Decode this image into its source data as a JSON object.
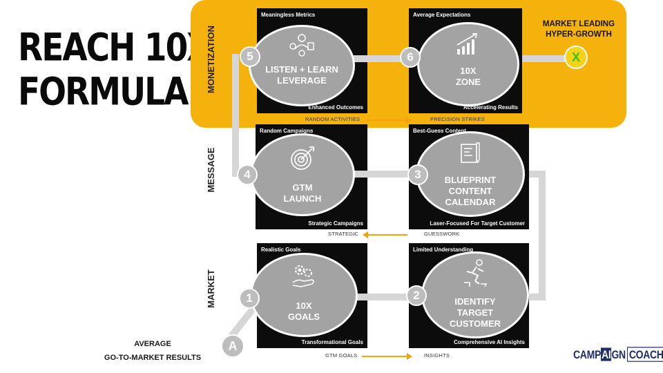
{
  "title": {
    "line1": "REACH 10X",
    "line2": "FORMULA"
  },
  "sections": {
    "monetization": "MONETIZATION",
    "message": "MESSAGE",
    "market": "MARKET"
  },
  "start": {
    "marker": "A",
    "label_line1": "AVERAGE",
    "label_line2": "GO-TO-MARKET RESULTS"
  },
  "goal": {
    "marker": "X",
    "label_line1": "MARKET LEADING",
    "label_line2": "HYPER-GROWTH"
  },
  "steps": [
    {
      "number": "1",
      "top": "Realistic Goals",
      "bottom": "Transformational Goals",
      "line1": "10X",
      "line2": "GOALS",
      "line3": "",
      "icon": "gears-hand-icon"
    },
    {
      "number": "2",
      "top": "Limited Understanding",
      "bottom": "Comprehensive AI Insights",
      "line1": "IDENTIFY",
      "line2": "TARGET",
      "line3": "CUSTOMER",
      "icon": "running-figure-icon"
    },
    {
      "number": "3",
      "top": "Best-Guess Content",
      "bottom": "Laser-Focused For Target Customer",
      "line1": "BLUEPRINT",
      "line2": "CONTENT",
      "line3": "CALENDAR",
      "icon": "blueprint-icon"
    },
    {
      "number": "4",
      "top": "Random Campaigns",
      "bottom": "Strategic Campaigns",
      "line1": "GTM",
      "line2": "LAUNCH",
      "line3": "",
      "icon": "target-icon"
    },
    {
      "number": "5",
      "top": "Meaningless Metrics",
      "bottom": "Enhanced Outcomes",
      "line1": "LISTEN + LEARN",
      "line2": "LEVERAGE",
      "line3": "",
      "icon": "analytics-person-icon"
    },
    {
      "number": "6",
      "top": "Average Expectations",
      "bottom": "Accelerating Results",
      "line1": "10X",
      "line2": "ZONE",
      "line3": "",
      "icon": "growth-chart-icon"
    }
  ],
  "transitions": [
    {
      "from": "GTM GOALS",
      "to": "INSIGHTS"
    },
    {
      "from": "GUESSWORK",
      "to": "STRATEGIC"
    },
    {
      "from": "RANDOM ACTIVITIES",
      "to": "PRECISION STRIKES"
    }
  ],
  "logo": {
    "part1": "CAMP",
    "part2": "AI",
    "part3": "GN",
    "part4": "COACH"
  },
  "colors": {
    "band": "#f5b20c",
    "card": "#0c0c0c",
    "ellipse": "#a3a3a3",
    "connector": "#d6d6d6",
    "arrow": "#f2a20a",
    "x_text": "#38c418",
    "logo": "#1f2d6b"
  }
}
